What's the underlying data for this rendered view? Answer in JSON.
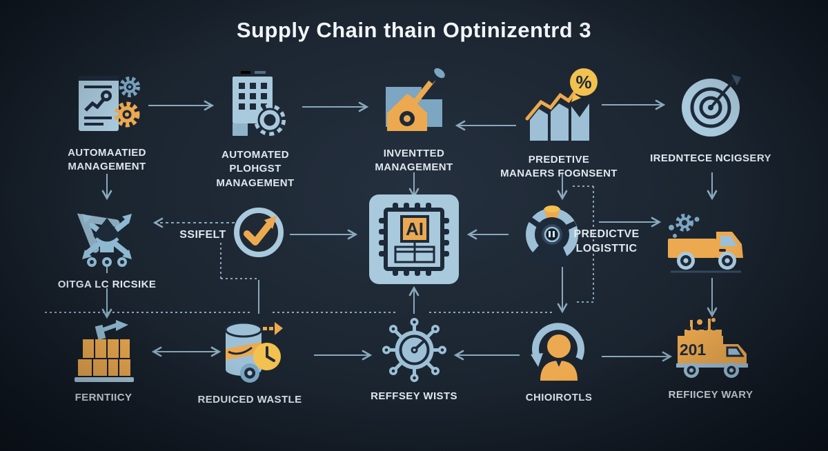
{
  "title": "Supply Chain thain Optinizentrd 3",
  "colors": {
    "background": "#1b2530",
    "icon_light_blue": "#a9c9dc",
    "icon_steel_blue": "#7ca6c2",
    "icon_orange": "#eda94f",
    "icon_yellow": "#f3c14f",
    "icon_dark": "#1d2a3a",
    "connector": "#8aa9bd",
    "label_text": "#e0e8ef"
  },
  "nodes": {
    "automated_document": {
      "label": "AUTOMAATIED\nMANAGEMENT"
    },
    "automated_facility": {
      "label": "AUTOMATED\nPLOHGST\nMANAGEMENT"
    },
    "inventory_management": {
      "label": "INVENTTED\nMANAGEMENT"
    },
    "predictive_forecast": {
      "label": "PREDETIVE\nMANAERS FOGNSENT",
      "badge": "%"
    },
    "target_accuracy": {
      "label": "IREDNTECE NCIGSERY"
    },
    "logistics_routing": {
      "label": "OITGA LC RICSIKE"
    },
    "shift_note": {
      "label": "SSIFELT"
    },
    "ai_core": {
      "chip_text": "AI"
    },
    "predictive_logistics": {
      "label": "PREDICTVE\nLOGISTTIC"
    },
    "delivery_truck": {},
    "pallet_stock": {
      "label": "FERNTIICY"
    },
    "reduced_waste": {
      "label": "REDUICED WASTLE"
    },
    "efficiency_gauge": {
      "label": "REFFSEY WISTS"
    },
    "customer_loop": {
      "label": "CHIOIROTLS"
    },
    "fleet_truck": {
      "label": "REFIICEY WARY",
      "truck_number": "201"
    }
  }
}
